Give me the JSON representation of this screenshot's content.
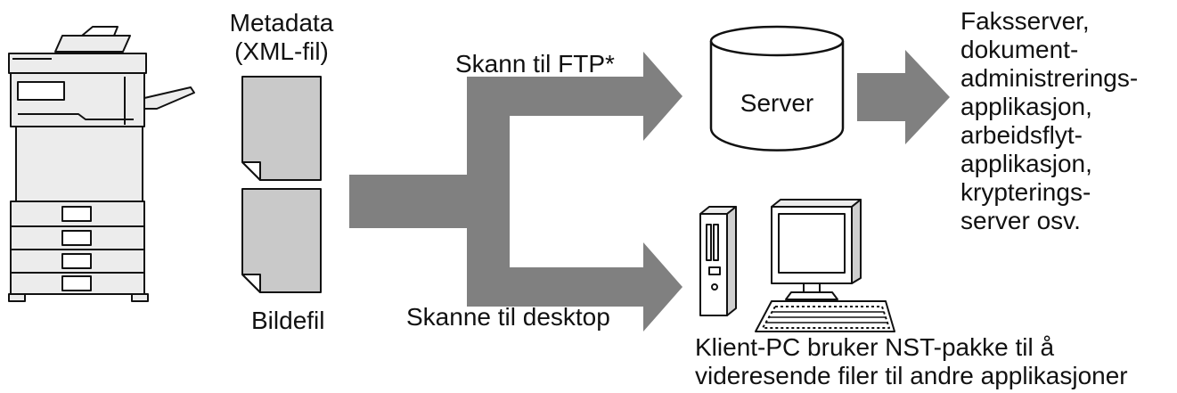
{
  "metadata_label": [
    "Metadata",
    "(XML-fil)"
  ],
  "image_file_label": "Bildefil",
  "scan_to_ftp_label": "Skann til FTP*",
  "scan_to_desktop_label": "Skanne til desktop",
  "server_label": "Server",
  "destinations": [
    "Faksserver,",
    "dokument-",
    "administrerings-",
    "applikasjon,",
    "arbeidsflyt-",
    "applikasjon,",
    "krypterings-",
    "server osv."
  ],
  "client_caption": [
    "Klient-PC bruker NST-pakke til å",
    "videresende filer til andre applikasjoner"
  ],
  "colors": {
    "arrow": "#808080",
    "document": "#c9c9c9",
    "outline": "#111111",
    "machine": "#ececec"
  }
}
